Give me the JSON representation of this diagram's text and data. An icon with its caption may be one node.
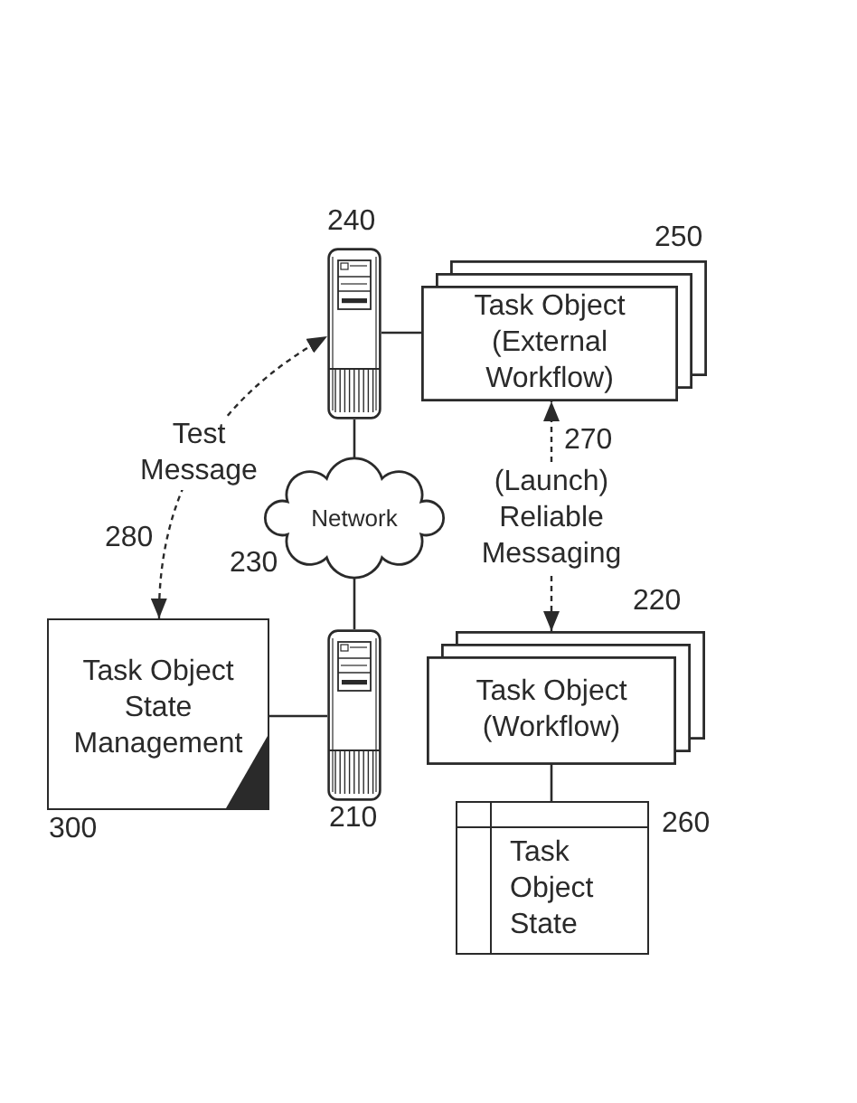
{
  "diagram": {
    "nodes": [
      {
        "text": [],
        "shape": "server",
        "beside": [
          "240"
        ]
      },
      {
        "text": [
          "Task Object (External Workflow)"
        ],
        "beside": [
          "250"
        ]
      },
      {
        "text": [
          "Network"
        ],
        "beside": [
          "230"
        ]
      },
      {
        "text": [
          "Task Object State Management"
        ],
        "beside": [
          "300"
        ]
      },
      {
        "text": [],
        "shape": "server",
        "beside": [
          "210"
        ]
      },
      {
        "text": [
          "Task Object (Workflow)"
        ],
        "beside": [
          "220"
        ]
      },
      {
        "text": [
          "Task Object State"
        ],
        "beside": [
          "260"
        ]
      }
    ],
    "edges": [
      {
        "from": 0,
        "to": 1,
        "arrow": "none"
      },
      {
        "from": 0,
        "to": 2,
        "arrow": "none"
      },
      {
        "from": 2,
        "to": 4,
        "arrow": "none"
      },
      {
        "from": 3,
        "to": 4,
        "arrow": "none"
      },
      {
        "from": 3,
        "to": 0,
        "arrow": "both",
        "label": "Test Message",
        "style": "dashed"
      },
      {
        "from": 5,
        "to": 1,
        "arrow": "both",
        "label": "(Launch) Reliable Messaging",
        "style": "dashed"
      },
      {
        "from": 5,
        "to": 6,
        "arrow": "none"
      }
    ],
    "labels": [
      "270",
      "280"
    ]
  }
}
